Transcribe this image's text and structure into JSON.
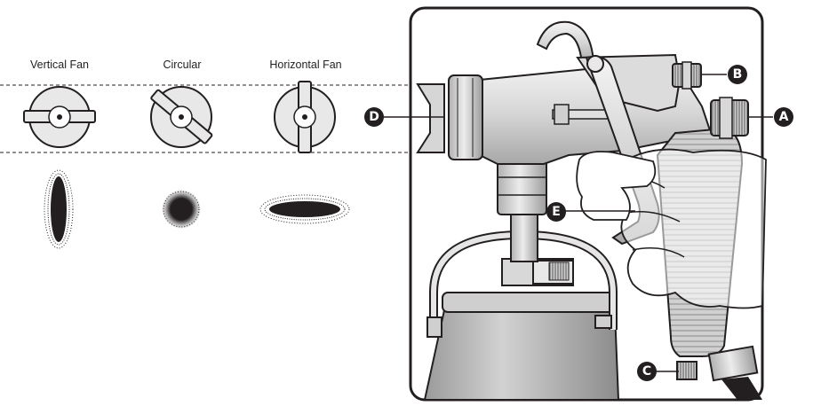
{
  "fan_patterns": [
    {
      "label": "Vertical Fan"
    },
    {
      "label": "Circular"
    },
    {
      "label": "Horizontal Fan"
    }
  ],
  "callouts": {
    "a": "A",
    "b": "B",
    "c": "C",
    "d": "D",
    "e": "E"
  },
  "colors": {
    "ink": "#231f20",
    "frame": "#231f20",
    "metal_light": "#e6e6e6",
    "metal_mid": "#c8c8c8",
    "metal_dark": "#9a9a9a"
  }
}
